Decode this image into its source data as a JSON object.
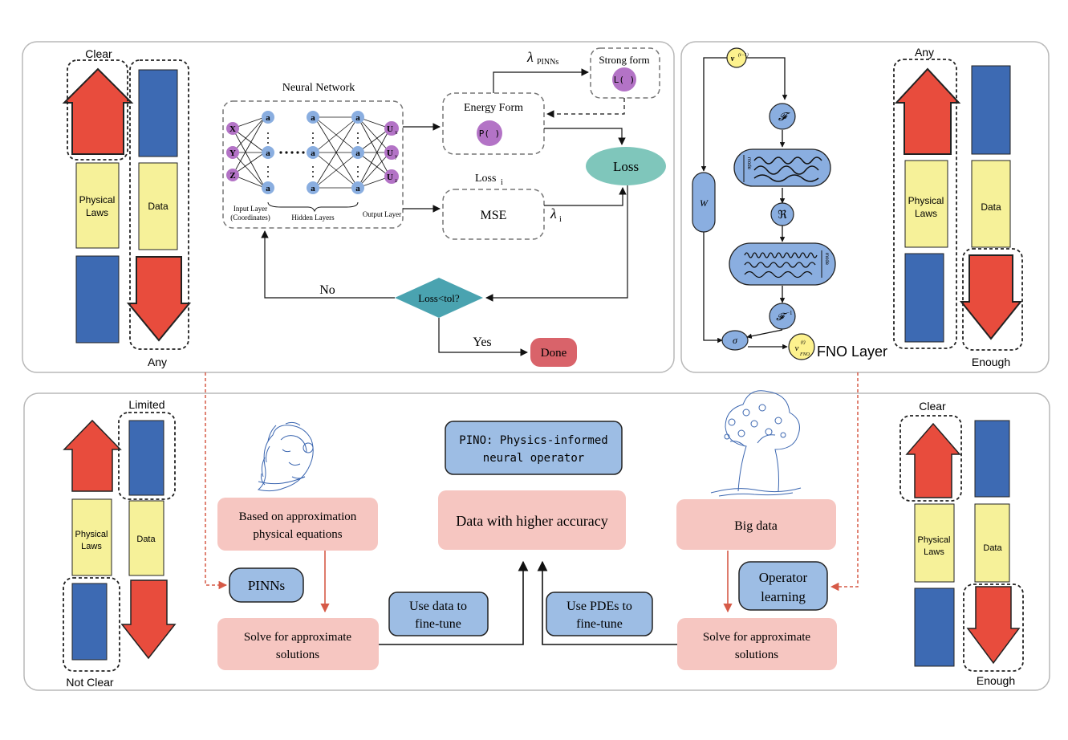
{
  "colors": {
    "arrow_red": "#e84c3d",
    "data_blue": "#3d6ab3",
    "law_yellow": "#f6f199",
    "node_purple": "#b373c6",
    "node_blue": "#8aaee0",
    "loss_teal": "#7fc6bb",
    "decision_teal": "#4aa3b0",
    "done_red": "#d9636a",
    "pink_box": "#f6c6c1",
    "blue_box": "#9dbde4",
    "fno_yellow": "#fdf28e"
  },
  "top_left": {
    "left_bars": {
      "physics_quality": "Clear",
      "data_quality": "Any",
      "physics_label": [
        "Physical",
        "Laws"
      ],
      "data_label": "Data"
    },
    "network": {
      "title": "Neural Network",
      "inputs": [
        "X",
        "Y",
        "Z"
      ],
      "hidden_node": "a",
      "outputs": [
        "U",
        "U",
        "U"
      ],
      "output_subs": [
        "x",
        "y",
        "z"
      ],
      "input_layer_label": [
        "Input Layer",
        "(Coordinates)"
      ],
      "hidden_layers_label": "Hidden Layers",
      "output_layer_label": "Output Layer"
    },
    "energy_form": {
      "title": "Energy Form",
      "node": "P( )"
    },
    "strong_form": {
      "title": "Strong form",
      "node": "L( )"
    },
    "lambda_pinns": "λ",
    "lambda_pinns_sub": "PINNs",
    "loss_i_label": "Loss",
    "loss_i_sub": "i",
    "mse": "MSE",
    "lambda_i": "λ",
    "lambda_i_sub": "i",
    "loss": "Loss",
    "decision": "Loss<tol?",
    "no": "No",
    "yes": "Yes",
    "done": "Done"
  },
  "top_right": {
    "input_node": "v",
    "input_sup": "(t−1)",
    "fourier": "𝓕",
    "real": "ℜ",
    "inverse_fourier": "𝓕",
    "inverse_sup": "−1",
    "weight": "W",
    "sigma": "σ",
    "output_node": "v",
    "output_sup": "(t)",
    "output_sub": "FNO",
    "mode_label": "mode",
    "fno_label": "FNO Layer",
    "bars": {
      "physics_quality": "Any",
      "data_quality": "Enough",
      "physics_label": [
        "Physical",
        "Laws"
      ],
      "data_label": "Data"
    }
  },
  "bottom": {
    "left_bars": {
      "physics_quality": "Not Clear",
      "data_quality": "Limited",
      "physics_label": [
        "Physical",
        "Laws"
      ],
      "data_label": "Data"
    },
    "right_bars": {
      "physics_quality": "Clear",
      "data_quality": "Enough",
      "physics_label": [
        "Physical",
        "Laws"
      ],
      "data_label": "Data"
    },
    "pino_title": [
      "PINO: Physics-informed",
      "neural operator"
    ],
    "data_accuracy": "Data with higher accuracy",
    "based_on": [
      "Based on approximation",
      "physical equations"
    ],
    "pinns": "PINNs",
    "solve_left": [
      "Solve for approximate",
      "solutions"
    ],
    "use_data": [
      "Use data to",
      "fine-tune"
    ],
    "use_pdes": [
      "Use PDEs to",
      "fine-tune"
    ],
    "big_data": "Big data",
    "operator_learning": [
      "Operator",
      "learning"
    ],
    "solve_right": [
      "Solve for approximate",
      "solutions"
    ]
  }
}
